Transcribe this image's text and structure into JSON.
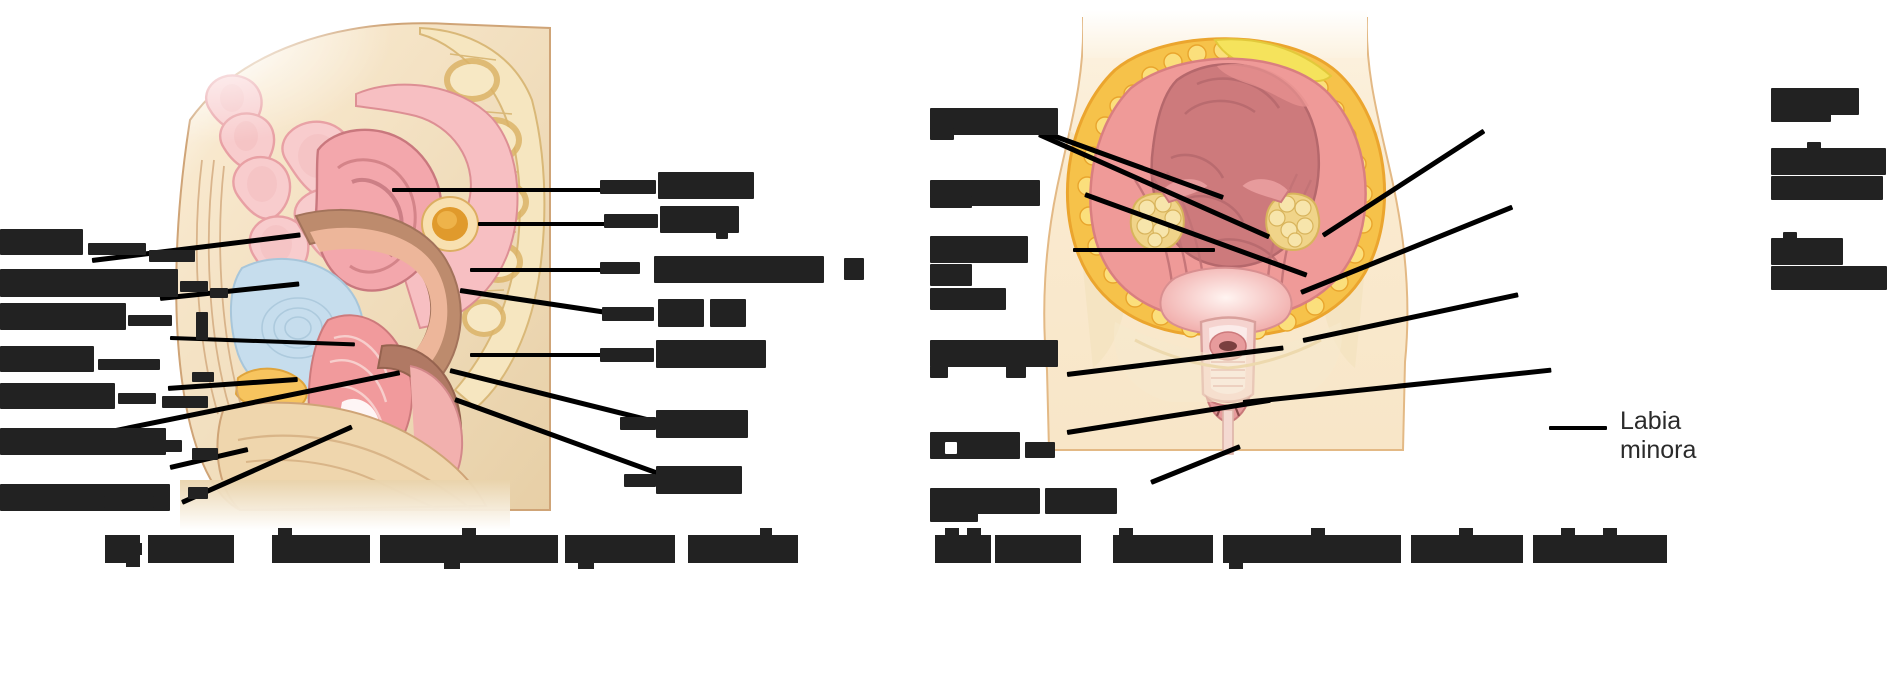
{
  "figure": {
    "title": "Female reproductive anatomy — two-panel anatomical illustration",
    "panel_count": 2,
    "background_color": "#ffffff",
    "redaction_color": "#222222",
    "leader_line_color": "#000000",
    "visible_text_color": "#2b2b2b"
  },
  "panel_a": {
    "id": "a",
    "view": "midsagittal-section",
    "caption_visible": false,
    "caption_text": "",
    "caption_redacted": true,
    "labels_left": [
      {
        "id": "a-l1",
        "text": "",
        "redacted": true
      },
      {
        "id": "a-l2",
        "text": "",
        "redacted": true
      },
      {
        "id": "a-l3",
        "text": "",
        "redacted": true
      },
      {
        "id": "a-l4",
        "text": "",
        "redacted": true
      },
      {
        "id": "a-l5",
        "text": "",
        "redacted": true
      },
      {
        "id": "a-l6",
        "text": "",
        "redacted": true
      },
      {
        "id": "a-l7",
        "text": "",
        "redacted": true
      }
    ],
    "labels_right": [
      {
        "id": "a-r1",
        "text": "",
        "redacted": true
      },
      {
        "id": "a-r2",
        "text": "",
        "redacted": true
      },
      {
        "id": "a-r3",
        "text": "",
        "redacted": true
      },
      {
        "id": "a-r4",
        "text": "",
        "redacted": true
      },
      {
        "id": "a-r5",
        "text": "",
        "redacted": true
      },
      {
        "id": "a-r6",
        "text": "",
        "redacted": true
      },
      {
        "id": "a-r7",
        "text": "",
        "redacted": true
      }
    ],
    "palette": {
      "skin": "#f6e2c2",
      "skin_deep": "#e3c79b",
      "bone": "#f4e3bc",
      "bone_speckle": "#d8b066",
      "bowel": "#f6c7c7",
      "bladder": "#c3dbe9",
      "rectum": "#c69a7c",
      "rectum_lumen": "#edb89a",
      "uterus": "#f0a7a7",
      "uterus_pink": "#f5b9bd",
      "vagina_wall": "#b5705f",
      "ovary": "#e2a33a",
      "pubis": "#f5c169",
      "outline": "#c08a5e"
    }
  },
  "panel_b": {
    "id": "b",
    "view": "anterior-superior-section",
    "caption_visible": false,
    "caption_text": "",
    "caption_redacted": true,
    "labels_left": [
      {
        "id": "b-l1",
        "text": "",
        "redacted": true
      },
      {
        "id": "b-l2",
        "text": "",
        "redacted": true
      },
      {
        "id": "b-l3",
        "text": "",
        "redacted": true
      },
      {
        "id": "b-l4",
        "text": "",
        "redacted": true
      },
      {
        "id": "b-l5",
        "text": "",
        "redacted": true
      },
      {
        "id": "b-l6",
        "text": "",
        "redacted": true
      }
    ],
    "labels_right": [
      {
        "id": "b-r1",
        "text": "",
        "redacted": true
      },
      {
        "id": "b-r2",
        "text": "",
        "redacted": true
      },
      {
        "id": "b-r3",
        "text": "",
        "redacted": true
      }
    ],
    "labels_plain": [
      {
        "id": "b-labia-minora",
        "text": "Labia\nminora",
        "redacted": false
      }
    ],
    "palette": {
      "skin": "#faecd3",
      "skin_edge": "#e0b583",
      "fat": "#f7c24a",
      "fat_light": "#fbe27e",
      "uterus": "#ef9a98",
      "uterus_deep": "#d97f80",
      "uterus_muscle": "#cd7a7c",
      "ovary": "#f0d489",
      "cervix": "#f6c9c6",
      "vagina": "#e79b9c",
      "pale": "#f4e9c9"
    }
  }
}
